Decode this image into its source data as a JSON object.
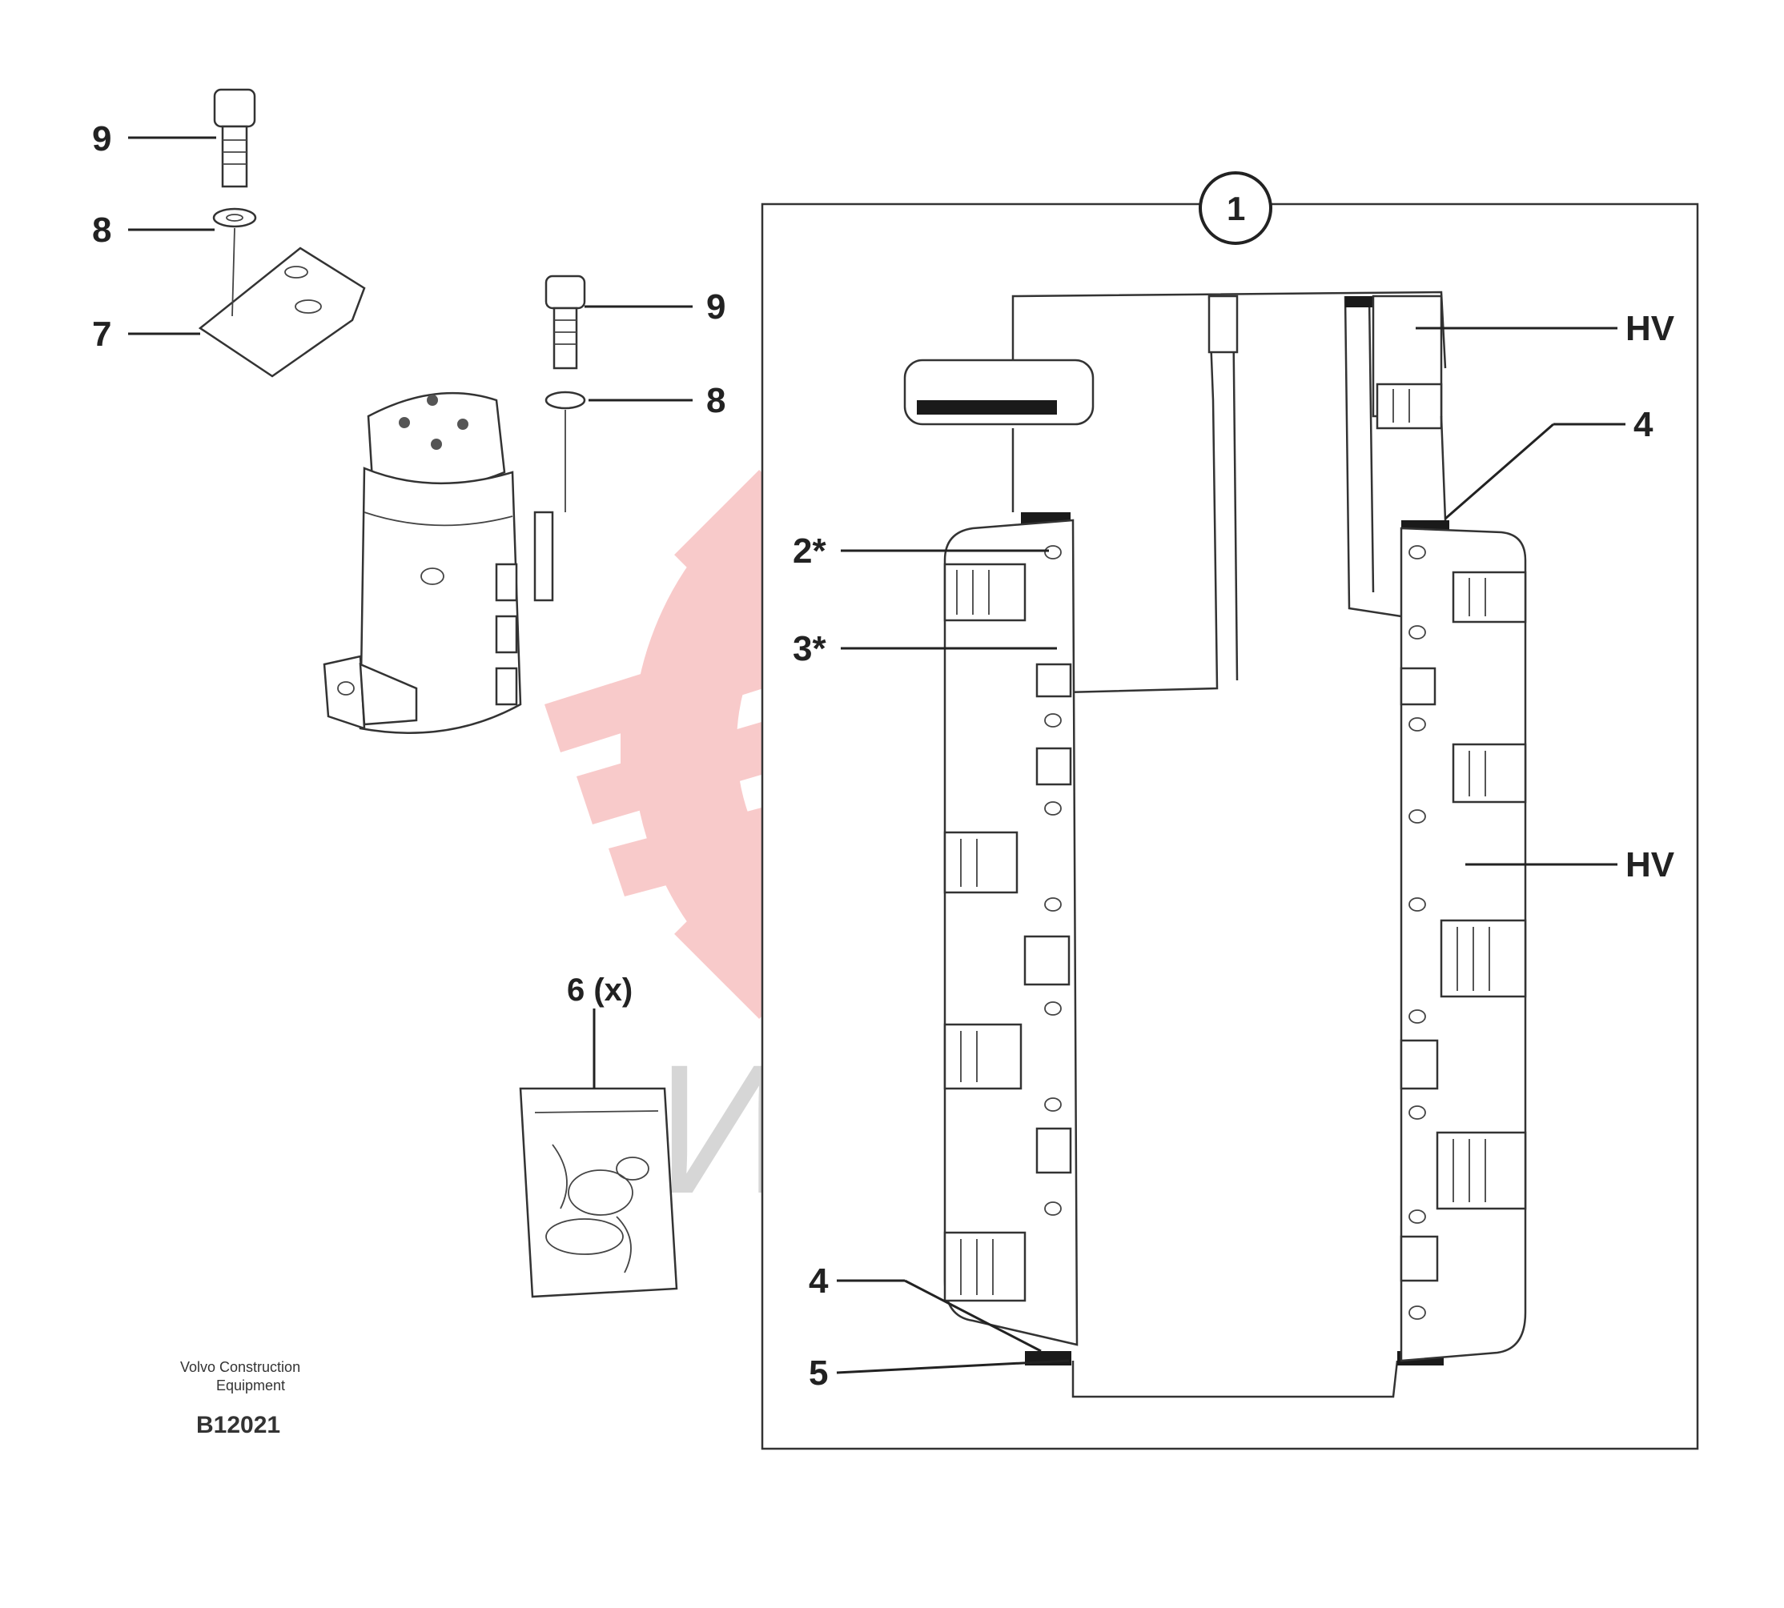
{
  "colors": {
    "line": "#222222",
    "watermark": "#f4a0a0",
    "watermark_text": "#b5b5b5"
  },
  "callouts": {
    "top_bolt_left": "9",
    "washer_left": "8",
    "bracket": "7",
    "bolt_right": "9",
    "washer_right": "8",
    "kit_bag": "6 (x)",
    "assembly": "1",
    "label_hv_top": "HV",
    "label_hv_mid": "HV",
    "label_4_top": "4",
    "label_2": "2*",
    "label_3": "3*",
    "label_4_bottom": "4",
    "label_5": "5"
  },
  "notes": {
    "caption_line1": "Volvo Construction",
    "caption_line2": "Equipment",
    "figure_id": "B12021"
  },
  "watermark": {
    "text": "ИНТЕХ",
    "emblem": "gear-emblem-icon"
  }
}
